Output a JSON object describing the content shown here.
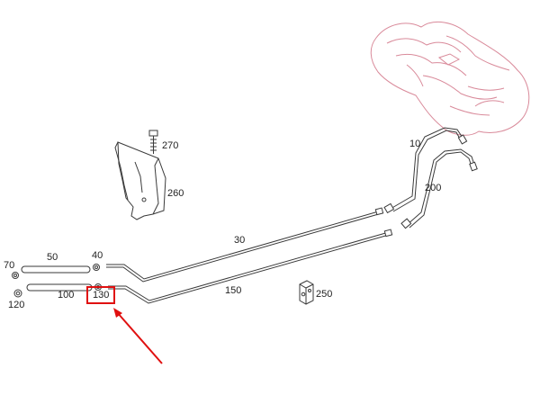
{
  "colors": {
    "background": "#ffffff",
    "line_art": "#3a3a3a",
    "tank_outline": "#d98a9a",
    "highlight": "#e01010"
  },
  "callouts": {
    "p10": "10",
    "p30": "30",
    "p40": "40",
    "p50": "50",
    "p70": "70",
    "p100": "100",
    "p120": "120",
    "p130": "130",
    "p150": "150",
    "p200": "200",
    "p250": "250",
    "p260": "260",
    "p270": "270"
  },
  "highlighted_part": "130"
}
